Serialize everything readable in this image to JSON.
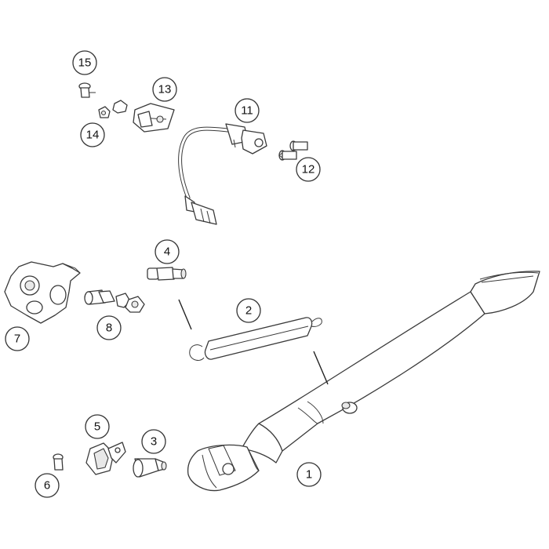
{
  "callouts": [
    {
      "id": "1",
      "label": "1"
    },
    {
      "id": "2",
      "label": "2"
    },
    {
      "id": "3",
      "label": "3"
    },
    {
      "id": "4",
      "label": "4"
    },
    {
      "id": "5",
      "label": "5"
    },
    {
      "id": "6",
      "label": "6"
    },
    {
      "id": "7",
      "label": "7"
    },
    {
      "id": "8",
      "label": "8"
    },
    {
      "id": "11",
      "label": "11"
    },
    {
      "id": "12",
      "label": "12"
    },
    {
      "id": "13",
      "label": "13"
    },
    {
      "id": "14",
      "label": "14"
    },
    {
      "id": "15",
      "label": "15"
    }
  ]
}
